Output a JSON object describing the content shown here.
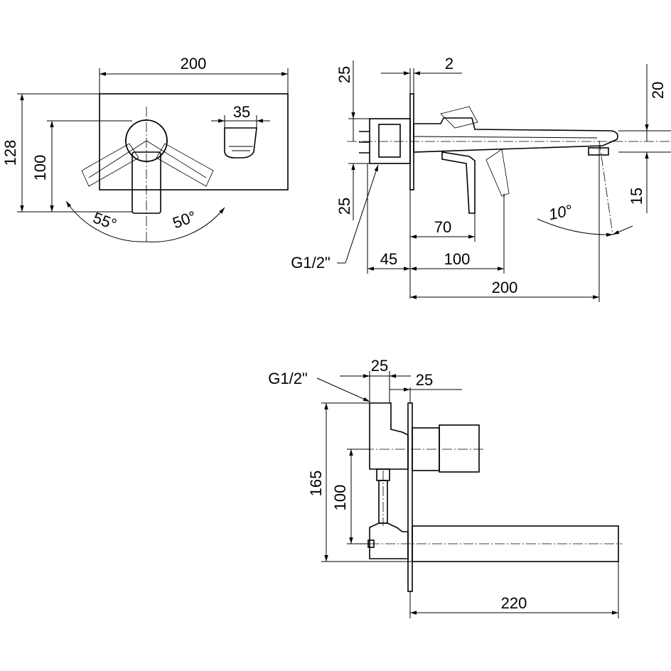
{
  "front_view": {
    "width": "200",
    "height": "128",
    "handle_offset": "100",
    "spout_width": "35",
    "angle_left": "55°",
    "angle_right": "50°"
  },
  "side_view": {
    "plate_thickness": "2",
    "top_offset": "25",
    "bottom_offset": "25",
    "spout_height": "20",
    "spout_drop": "15",
    "spout_angle": "10°",
    "handle_depth": "70",
    "depth_45": "45",
    "depth_100": "100",
    "spout_length": "200",
    "thread_label": "G1/2\""
  },
  "bottom_view": {
    "thread_label": "G1/2\"",
    "offset_a": "25",
    "offset_b": "25",
    "height": "165",
    "height_inner": "100",
    "spout_length": "220"
  }
}
